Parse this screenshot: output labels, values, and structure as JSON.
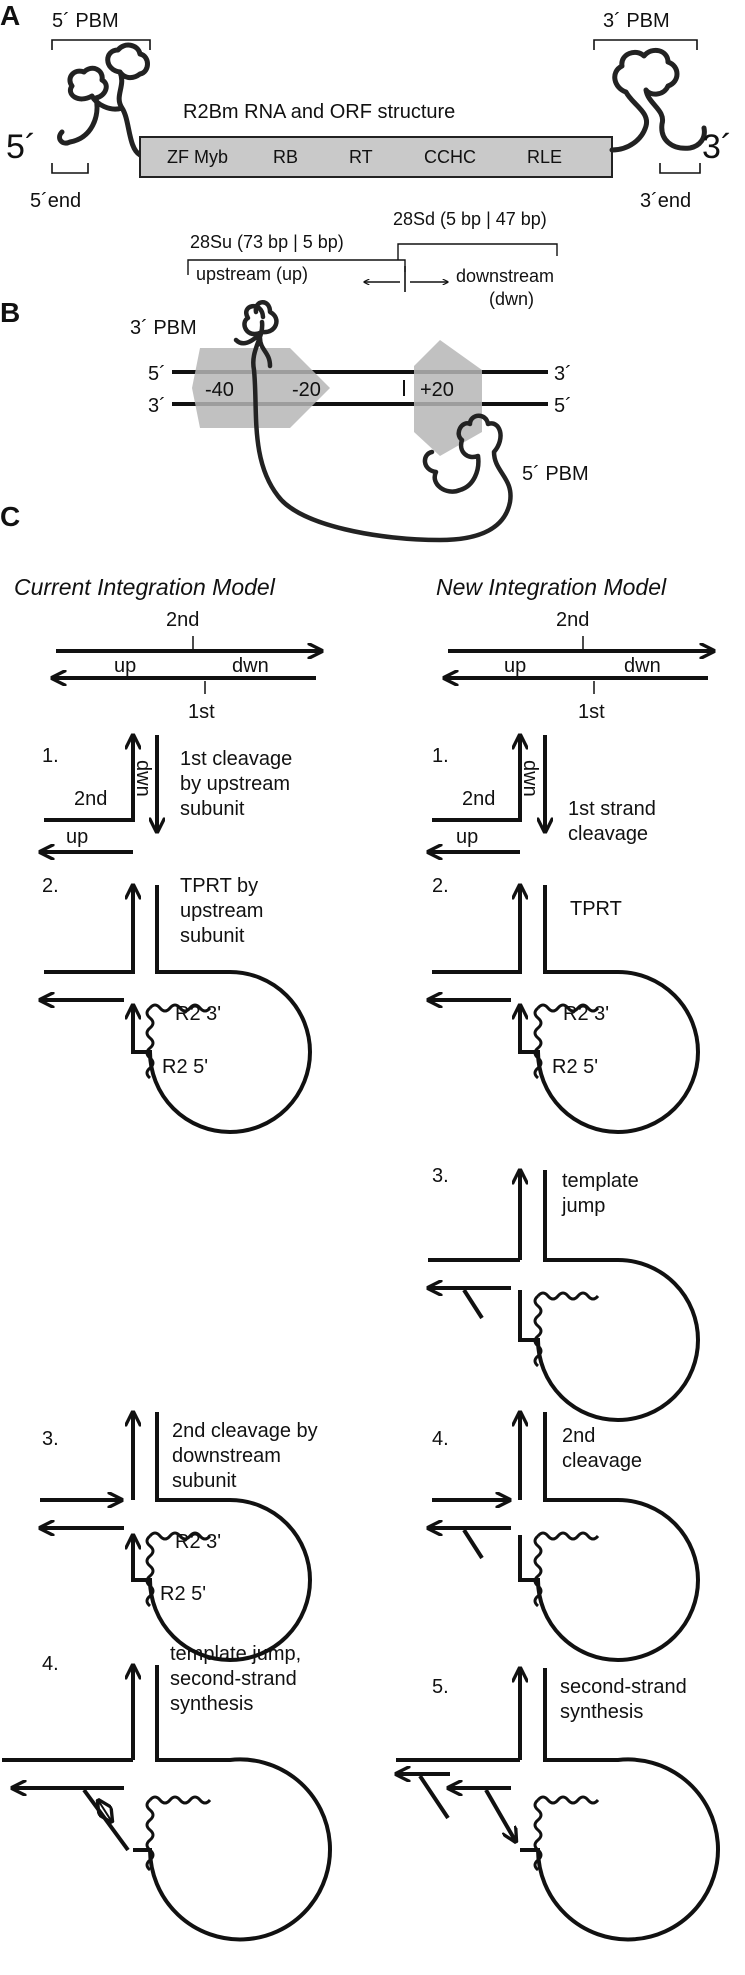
{
  "panel_a": {
    "letter": "A",
    "pbm5": "5´ PBM",
    "pbm3": "3´ PBM",
    "end5": "5´",
    "end3": "3´",
    "end5_label": "5´end",
    "end3_label": "3´end",
    "title": "R2Bm RNA and ORF structure",
    "domains": [
      "ZF Myb",
      "RB",
      "RT",
      "CCHC",
      "RLE"
    ],
    "su": "28Su (73 bp | 5 bp)",
    "sd": "28Sd (5 bp | 47 bp)",
    "upstream": "upstream (up)",
    "downstream": "downstream",
    "dwn": "(dwn)"
  },
  "panel_b": {
    "letter": "B",
    "pbm3": "3´ PBM",
    "pbm5": "5´ PBM",
    "top5": "5´",
    "top3": "3´",
    "bot3": "3´",
    "bot5": "5´",
    "m40": "-40",
    "m20": "-20",
    "p20": "+20"
  },
  "panel_c": {
    "letter": "C",
    "current": {
      "title": "Current Integration Model",
      "second": "2nd",
      "first": "1st",
      "up": "up",
      "dwn": "dwn",
      "s1_num": "1.",
      "s1_label2": "2nd",
      "s1_up": "up",
      "s1_dwn": "dwn",
      "s1_text": [
        "1st cleavage",
        "by upstream",
        "subunit"
      ],
      "s2_num": "2.",
      "s2_text": [
        "TPRT by",
        "upstream",
        "subunit"
      ],
      "r2_3": "R2 3'",
      "r2_5": "R2 5'",
      "s3_num": "3.",
      "s3_text": [
        "2nd cleavage by",
        "downstream",
        "subunit"
      ],
      "s3_r2_3": "R2 3'",
      "s3_r2_5": "R2 5'",
      "s4_num": "4.",
      "s4_text": [
        "template jump,",
        "second-strand",
        "synthesis"
      ]
    },
    "new": {
      "title": "New Integration Model",
      "second": "2nd",
      "first": "1st",
      "up": "up",
      "dwn": "dwn",
      "s1_num": "1.",
      "s1_label2": "2nd",
      "s1_up": "up",
      "s1_dwn": "dwn",
      "s1_text": [
        "1st strand",
        "cleavage"
      ],
      "s2_num": "2.",
      "s2_text": [
        "TPRT"
      ],
      "r2_3": "R2 3'",
      "r2_5": "R2 5'",
      "s3_num": "3.",
      "s3_text": [
        "template",
        "jump"
      ],
      "s4_num": "4.",
      "s4_text": [
        "2nd",
        "cleavage"
      ],
      "s5_num": "5.",
      "s5_text": [
        "second-strand",
        "synthesis"
      ]
    }
  }
}
